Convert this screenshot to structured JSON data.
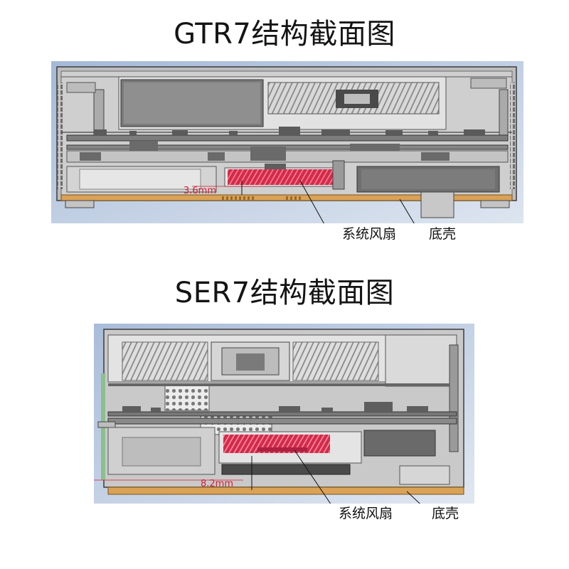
{
  "gtr7": {
    "title": "GTR7结构截面图",
    "dimension": "3.6mm",
    "labels": {
      "fan": "系统风扇",
      "bottom_shell": "底壳"
    }
  },
  "ser7": {
    "title": "SER7结构截面图",
    "dimension": "8.2mm",
    "labels": {
      "fan": "系统风扇",
      "bottom_shell": "底壳"
    }
  },
  "colors": {
    "fan": "#d42a48",
    "dimension_line": "#d02030",
    "bottom_shell": "#d9a257",
    "background_gradient": [
      "#9fb4d4",
      "#dfe6f0"
    ],
    "structure": "#9a9a9a"
  }
}
